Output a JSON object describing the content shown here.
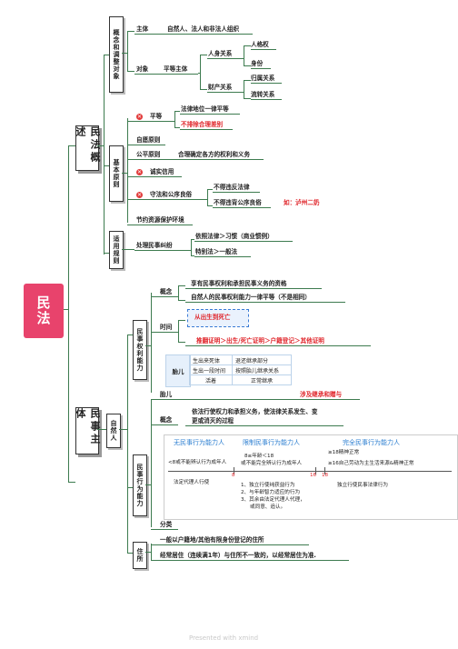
{
  "root": "民法",
  "watermark": "Presented with xmind",
  "section1": {
    "title": "民法概述",
    "concept": {
      "title": "概念和调整对象",
      "subject_label": "主体",
      "subject_value": "自然人、法人和非法人组织",
      "object_label": "对象",
      "object_value": "平等主体",
      "personal": "人身关系",
      "personality": "人格权",
      "identity": "身份",
      "property": "财产关系",
      "ownership": "归属关系",
      "circulation": "流转关系"
    },
    "principles": {
      "title": "基本原则",
      "equality": "平等",
      "equality_1": "法律地位一律平等",
      "equality_2": "不排除合理差别",
      "voluntary": "自愿原则",
      "fairness": "公平原则",
      "fairness_desc": "合理确定各方的权利和义务",
      "good_faith": "诚实信用",
      "legal": "守法和公序良俗",
      "legal_1": "不得违反法律",
      "legal_2": "不得违背公序良俗",
      "legal_example": "如：泸州二奶",
      "green": "节约资源保护环境"
    },
    "application": {
      "title": "适用规则",
      "dispute": "处理民事纠纷",
      "rule1": "依照法律＞习惯（商业惯例）",
      "rule2": "特别法＞一般法"
    }
  },
  "section2": {
    "title": "民事主体",
    "natural_person": "自然人",
    "capacity": {
      "title": "民事权利能力",
      "concept_label": "概念",
      "concept_1": "享有民事权利和承担民事义务的资格",
      "concept_2": "自然人的民事权利能力一律平等（不是相同）",
      "time_label": "时间",
      "time_value": "从出生到死亡",
      "evidence": "推翻证明＞出生/死亡证明＞户籍登记＞其他证明",
      "fetus_label": "胎儿",
      "fetus_note": "涉及继承和赠与",
      "table": [
        [
          "生出来死体",
          "退还继承部分"
        ],
        [
          "生出一段时间",
          "按照胎儿继承关系"
        ],
        [
          "活着",
          "正常继承"
        ]
      ]
    },
    "act_capacity": {
      "title": "民事行为能力",
      "concept_label": "概念",
      "concept_1": "依法行使权力和承担义务，使法律关系发生、变",
      "concept_2": "更或消灭的过程",
      "none": "无民事行为能力人",
      "limited": "限制民事行为能力人",
      "full": "完全民事行为能力人",
      "none_desc": "<8或不能辨认行为成年人",
      "limited_desc1": "8≤年龄＜18",
      "limited_desc2": "或不能完全辨认行为成年人",
      "full_desc1": "≥18精神正常",
      "full_desc2": "≥16自己劳动为主生活来源&精神正常",
      "none_act": "法定代理人行使",
      "limited_act1": "1、独立行使纯获益行为",
      "limited_act2": "2、与年龄智力适应的行为",
      "limited_act3": "3、其余由法定代理人代理，",
      "limited_act4": "或同意、追认。",
      "full_act": "独立行使民事法律行为",
      "age8": "8",
      "age16": "16",
      "age18": "18",
      "category": "分类"
    },
    "residence": {
      "title": "住所",
      "line1": "一般以户籍地/其他有限身份登记的住所",
      "line2": "经常居住（连续满1年）与住所不一致的，以经常居住为准."
    }
  },
  "colors": {
    "accent_red": "#e0262b",
    "root_pink": "#e8436c",
    "line_green": "#3d7b4f",
    "blue": "#2d7fd1"
  }
}
